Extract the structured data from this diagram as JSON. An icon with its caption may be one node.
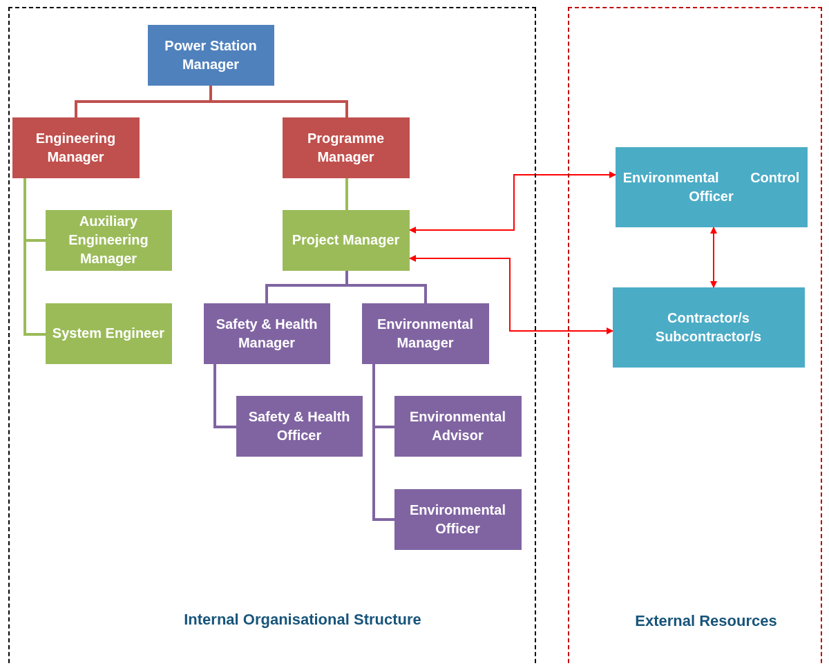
{
  "diagram": {
    "nodes": [
      {
        "text": [
          "Internal Organisational Structure"
        ]
      },
      {
        "text": [
          "External Resources"
        ]
      },
      {
        "text": [
          "Power Station Manager"
        ],
        "in": 0
      },
      {
        "text": [
          "Engineering Manager"
        ],
        "in": 0
      },
      {
        "text": [
          "Programme Manager"
        ],
        "in": 0
      },
      {
        "text": [
          "Auxiliary Engineering Manager"
        ],
        "in": 0
      },
      {
        "text": [
          "System Engineer"
        ],
        "in": 0
      },
      {
        "text": [
          "Project Manager"
        ],
        "in": 0
      },
      {
        "text": [
          "Safety & Health Manager"
        ],
        "in": 0
      },
      {
        "text": [
          "Environmental Manager"
        ],
        "in": 0
      },
      {
        "text": [
          "Safety & Health Officer"
        ],
        "in": 0
      },
      {
        "text": [
          "Environmental Advisor"
        ],
        "in": 0
      },
      {
        "text": [
          "Environmental Officer"
        ],
        "in": 0
      },
      {
        "text": [
          "Environmental Control Officer"
        ],
        "in": 1
      },
      {
        "text": [
          "Contractor/s Subcontractor/s"
        ],
        "in": 1
      }
    ],
    "edges": [
      {
        "from": 2,
        "to": 3,
        "arrow": "none",
        "color": "#c0504d"
      },
      {
        "from": 2,
        "to": 4,
        "arrow": "none",
        "color": "#c0504d"
      },
      {
        "from": 3,
        "to": 5,
        "arrow": "none",
        "color": "#9bbb59"
      },
      {
        "from": 3,
        "to": 6,
        "arrow": "none",
        "color": "#9bbb59"
      },
      {
        "from": 4,
        "to": 7,
        "arrow": "none",
        "color": "#9bbb59"
      },
      {
        "from": 7,
        "to": 8,
        "arrow": "none"
      },
      {
        "from": 7,
        "to": 9,
        "arrow": "none"
      },
      {
        "from": 8,
        "to": 10,
        "arrow": "none"
      },
      {
        "from": 9,
        "to": 11,
        "arrow": "none"
      },
      {
        "from": 9,
        "to": 12,
        "arrow": "none"
      },
      {
        "from": 7,
        "to": 13,
        "arrow": "both",
        "color": "#ff0000"
      },
      {
        "from": 7,
        "to": 14,
        "arrow": "both",
        "color": "#ff0000"
      },
      {
        "from": 13,
        "to": 14,
        "arrow": "both",
        "color": "#ff0000"
      }
    ]
  }
}
